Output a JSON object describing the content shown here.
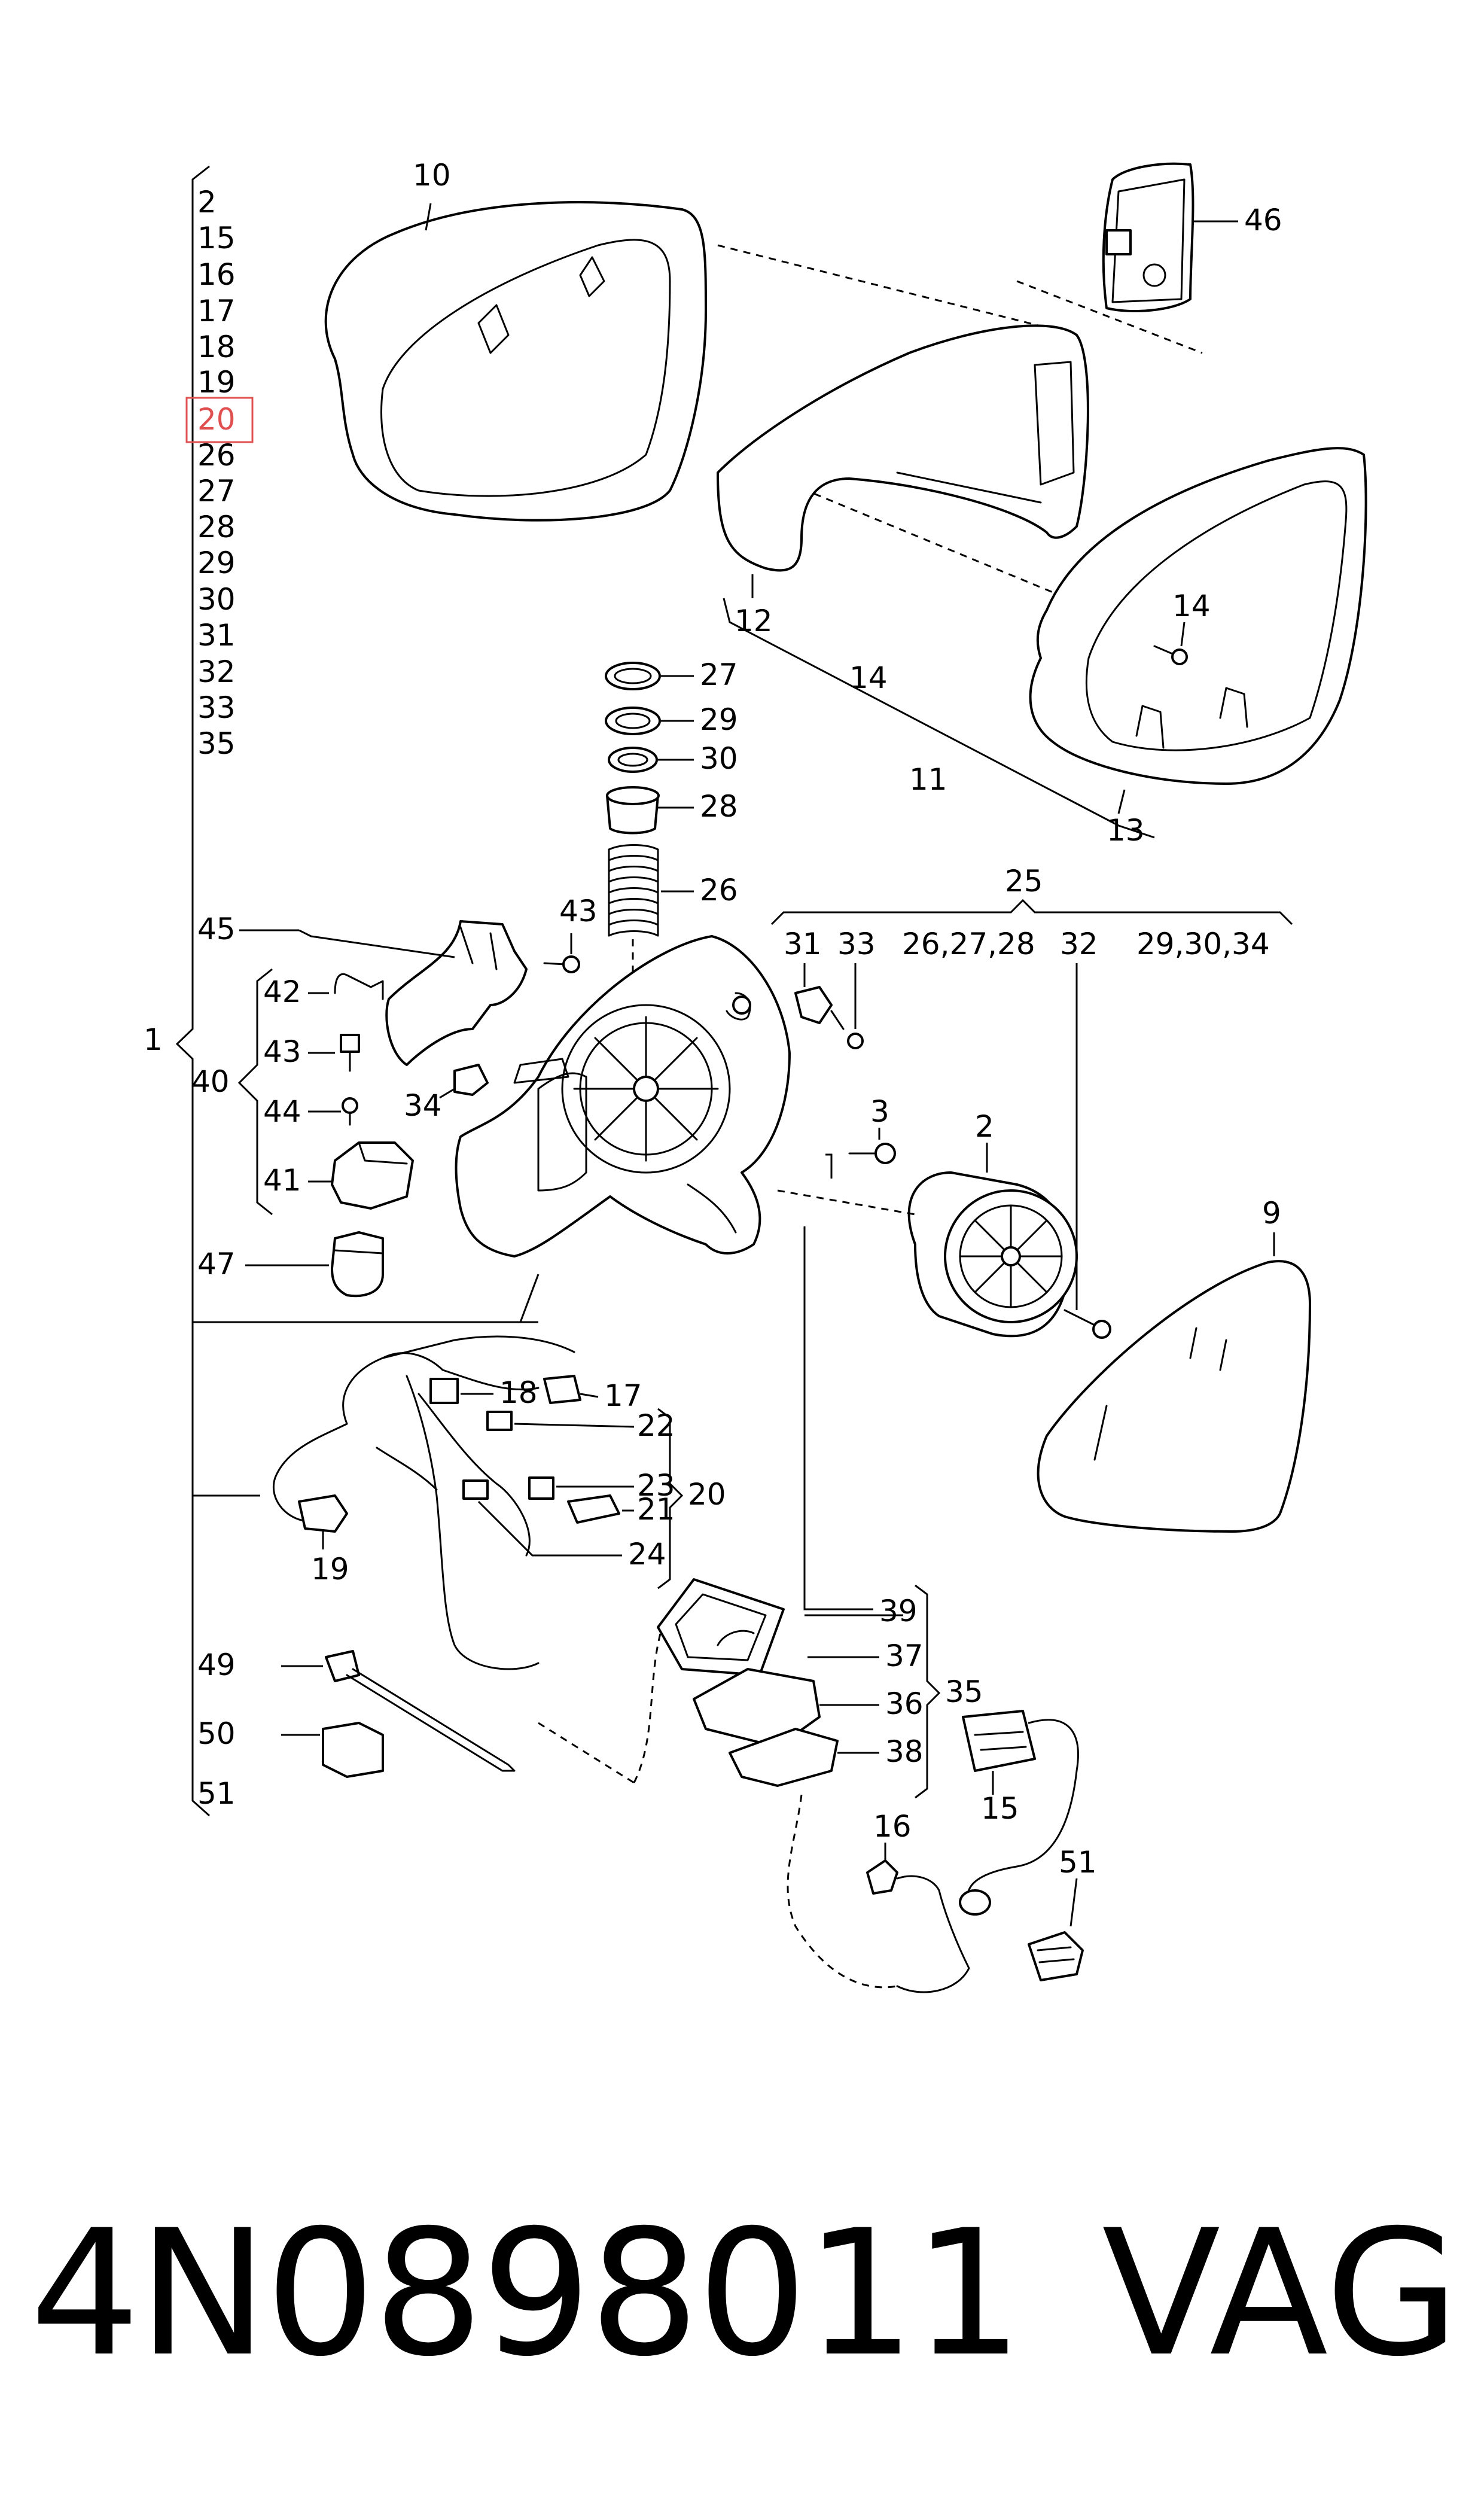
{
  "index_list": {
    "items": [
      "2",
      "15",
      "16",
      "17",
      "18",
      "19",
      "20",
      "26",
      "27",
      "28",
      "29",
      "30",
      "31",
      "32",
      "33",
      "35"
    ],
    "group_label": "1",
    "highlighted": "20",
    "highlight_color": "#e05050"
  },
  "callouts": {
    "c10": "10",
    "c46": "46",
    "c12": "12",
    "c14a": "14",
    "c14b": "14",
    "c11": "11",
    "c13": "13",
    "c27": "27",
    "c29": "29",
    "c30": "30",
    "c28": "28",
    "c26": "26",
    "c25": "25",
    "c31": "31",
    "c33": "33",
    "c26_27_28": "26,27,28",
    "c32": "32",
    "c29_30_34": "29,30,34",
    "c45": "45",
    "c43a": "43",
    "c42": "42",
    "c43b": "43",
    "c40": "40",
    "c44": "44",
    "c34": "34",
    "c41": "41",
    "c47": "47",
    "c3": "3",
    "c2": "2",
    "c9": "9",
    "c18": "18",
    "c17": "17",
    "c22": "22",
    "c23": "23",
    "c21": "21",
    "c20": "20",
    "c24": "24",
    "c19": "19",
    "c49": "49",
    "c50": "50",
    "c51a": "51",
    "c39": "39",
    "c37": "37",
    "c36": "36",
    "c35": "35",
    "c38": "38",
    "c15": "15",
    "c16": "16",
    "c51b": "51"
  },
  "footer": {
    "part_number": "4N0898011",
    "brand": "VAG"
  }
}
